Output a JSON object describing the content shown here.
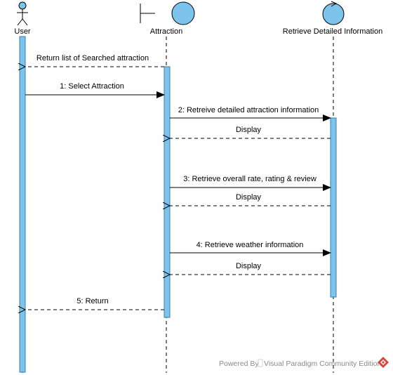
{
  "diagram": {
    "type": "sequence",
    "lifelines": [
      {
        "id": "user",
        "kind": "actor",
        "label": "User"
      },
      {
        "id": "attraction",
        "kind": "boundary",
        "label": "Attraction"
      },
      {
        "id": "retrieve",
        "kind": "control",
        "label": "Retrieve Detailed Information"
      }
    ],
    "messages": [
      {
        "from": "attraction",
        "to": "user",
        "style": "return",
        "label": "Return list of Searched attraction"
      },
      {
        "from": "user",
        "to": "attraction",
        "style": "sync",
        "label": "1: Select Attraction"
      },
      {
        "from": "attraction",
        "to": "retrieve",
        "style": "sync",
        "label": "2: Retreive detailed attraction information"
      },
      {
        "from": "retrieve",
        "to": "attraction",
        "style": "return",
        "label": "Display"
      },
      {
        "from": "attraction",
        "to": "retrieve",
        "style": "sync",
        "label": "3: Retrieve overall rate, rating & review"
      },
      {
        "from": "retrieve",
        "to": "attraction",
        "style": "return",
        "label": "Display"
      },
      {
        "from": "attraction",
        "to": "retrieve",
        "style": "sync",
        "label": "4: Retrieve weather information"
      },
      {
        "from": "retrieve",
        "to": "attraction",
        "style": "return",
        "label": "Display"
      },
      {
        "from": "attraction",
        "to": "user",
        "style": "return",
        "label": "5: Return"
      }
    ],
    "colors": {
      "activation_fill": "#7cc4ec",
      "activation_stroke": "#3a7fa8",
      "shape_fill": "#7cc4ec",
      "line": "#000000"
    }
  },
  "watermark": {
    "prefix": "Powered By",
    "product": "Visual Paradigm Community Edition"
  }
}
